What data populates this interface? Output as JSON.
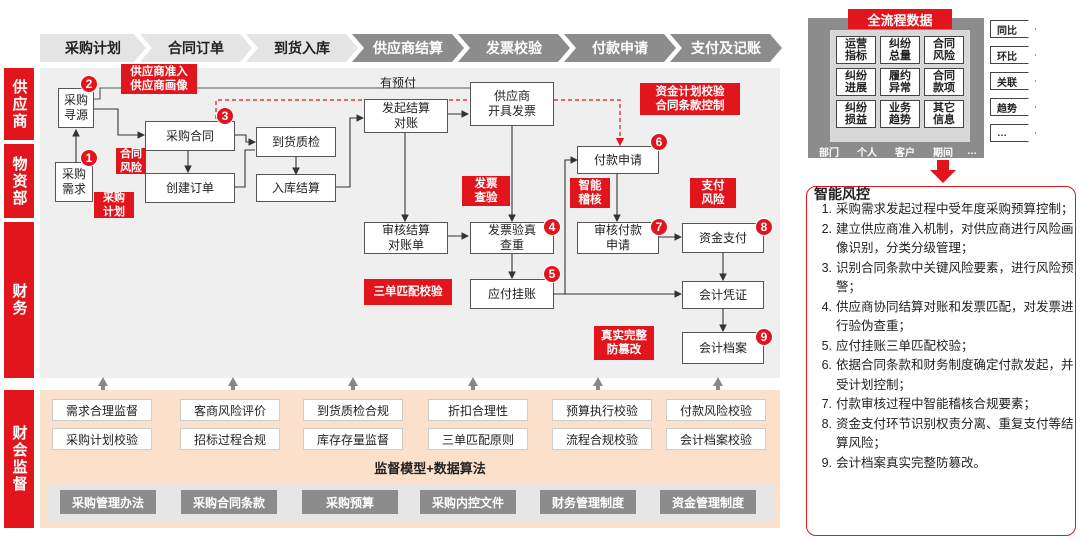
{
  "header": {
    "stages": [
      "采购计划",
      "合同订单",
      "到货入库",
      "供应商结算",
      "发票校验",
      "付款申请",
      "支付及记账"
    ]
  },
  "lanes": {
    "supplier": "供应商",
    "materials": "物资部",
    "finance": "财务",
    "supervision": "财会监督"
  },
  "process": {
    "sourcing": "采购\n寻源",
    "demand": "采购\n需求",
    "contract": "采购合同",
    "create_order": "创建订单",
    "quality_check": "到货质检",
    "stock_settle": "入库结算",
    "initiate_settle": "发起结算\n对账",
    "supplier_invoice": "供应商\n开具发票",
    "settle_audit": "审核结算\n对账单",
    "invoice_verify": "发票验真\n查重",
    "payable": "应付挂账",
    "payment_apply": "付款申请",
    "payment_audit": "审核付款\n申请",
    "fund_pay": "资金支付",
    "voucher": "会计凭证",
    "archive": "会计档案",
    "prepay_label": "有预付"
  },
  "tags": {
    "supplier_access": "供应商准入\n供应商画像",
    "contract_risk": "合同\n风险",
    "procure_plan": "采购\n计划",
    "invoice_check": "发票\n查验",
    "three_way": "三单匹配校验",
    "fund_plan": "资金计划校验\n合同条款控制",
    "smart_audit": "智能\n稽核",
    "pay_risk": "支付\n风险",
    "archive_integrity": "真实完整\n防篡改"
  },
  "numbers": [
    "1",
    "2",
    "3",
    "4",
    "5",
    "6",
    "7",
    "8",
    "9"
  ],
  "supervision": {
    "row1": [
      "需求合理监督",
      "客商风险评价",
      "到货质检合规",
      "折扣合理性",
      "预算执行校验",
      "付款风险校验"
    ],
    "row2": [
      "采购计划校验",
      "招标过程合规",
      "库存存量监督",
      "三单匹配原则",
      "流程合规校验",
      "会计档案校验"
    ],
    "model_title": "监督模型+数据算法",
    "regulations": [
      "采购管理办法",
      "采购合同条款",
      "采购预算",
      "采购内控文件",
      "财务管理制度",
      "资金管理制度"
    ]
  },
  "data_panel": {
    "title": "全流程数据",
    "cells": [
      "运营\n指标",
      "纠纷\n总量",
      "合同\n风险",
      "纠纷\n进展",
      "履约\n异常",
      "合同\n款项",
      "纠纷\n损益",
      "业务\n趋势",
      "其它\n信息"
    ],
    "dimensions": [
      "部门",
      "个人",
      "客户",
      "期间",
      "…"
    ],
    "metrics": [
      "同比",
      "环比",
      "关联",
      "趋势",
      "…"
    ]
  },
  "risk_panel": {
    "title": "智能风控",
    "items": [
      {
        "n": "1.",
        "text": "采购需求发起过程中受年度采购预算控制；"
      },
      {
        "n": "2.",
        "text": "建立供应商准入机制，对供应商进行风险画像识别，分类分级管理；"
      },
      {
        "n": "3.",
        "text": "识别合同条款中关键风险要素，进行风险预警；"
      },
      {
        "n": "4.",
        "text": "供应商协同结算对账和发票匹配，对发票进行验伪查重；"
      },
      {
        "n": "5.",
        "text": "应付挂账三单匹配校验；"
      },
      {
        "n": "6.",
        "text": "依据合同条款和财务制度确定付款发起，并受计划控制；"
      },
      {
        "n": "7.",
        "text": "付款审核过程中智能稽核合规要素；"
      },
      {
        "n": "8.",
        "text": "资金支付环节识别权责分离、重复支付等结算风险；"
      },
      {
        "n": "9.",
        "text": "会计档案真实完整防篡改。"
      }
    ]
  },
  "colors": {
    "accent": "#e2141c",
    "header_dark": "#8c8c8c",
    "header_light": "#e4e4e4",
    "supervision_bg": "#fbe1cc"
  }
}
